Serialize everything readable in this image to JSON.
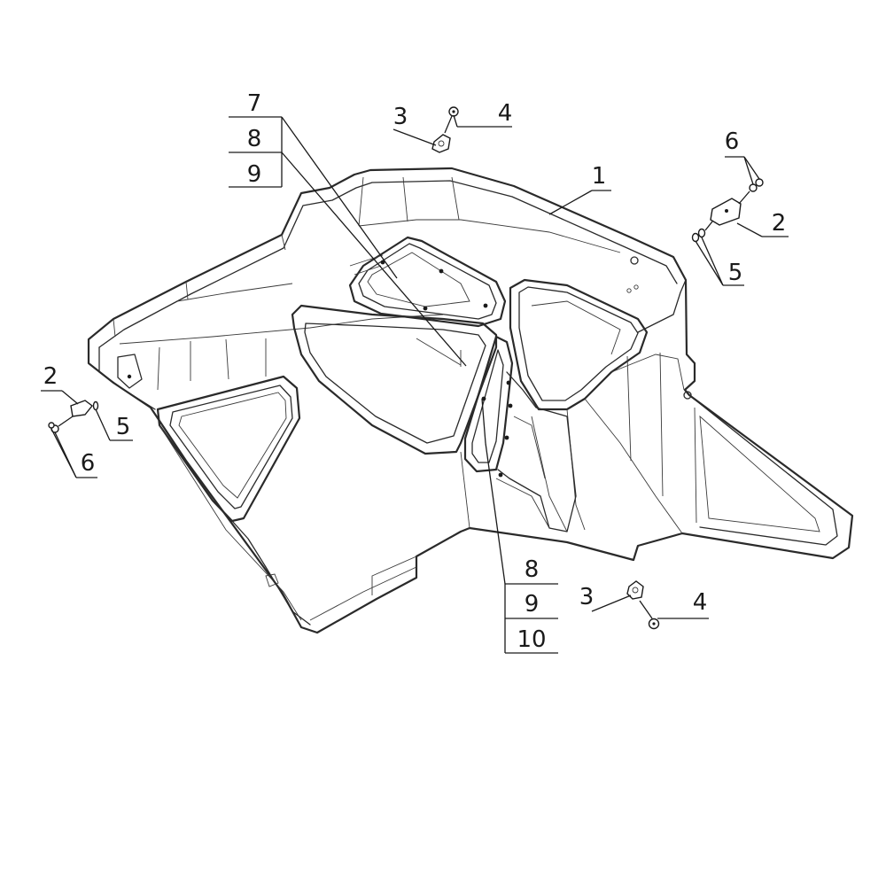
{
  "callouts": {
    "top_left_stack": [
      "7",
      "8",
      "9"
    ],
    "top_center": {
      "left": "3",
      "right": "4"
    },
    "body": "1",
    "top_right": {
      "top": "6",
      "mid": "2",
      "bottom": "5"
    },
    "left": {
      "top": "2",
      "mid": "5",
      "bottom": "6"
    },
    "bottom_stack": [
      "8",
      "9",
      "10"
    ],
    "bottom_center": {
      "left": "3",
      "right": "4"
    }
  },
  "colors": {
    "line": "#2a2a2a",
    "background": "#ffffff"
  }
}
